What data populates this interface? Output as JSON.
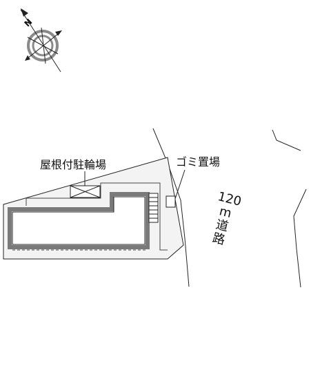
{
  "labels": {
    "bicycle_parking": "屋根付駐輪場",
    "garbage_area": "ゴミ置場",
    "road_width": "120",
    "road_unit": "m",
    "road_kind_1": "道",
    "road_kind_2": "路"
  },
  "compass": {
    "north_letter": "N",
    "direction": "north-west"
  },
  "colors": {
    "line": "#222222",
    "building_fill": "#8a8a8a",
    "site_fill": "#f3f3f3"
  }
}
